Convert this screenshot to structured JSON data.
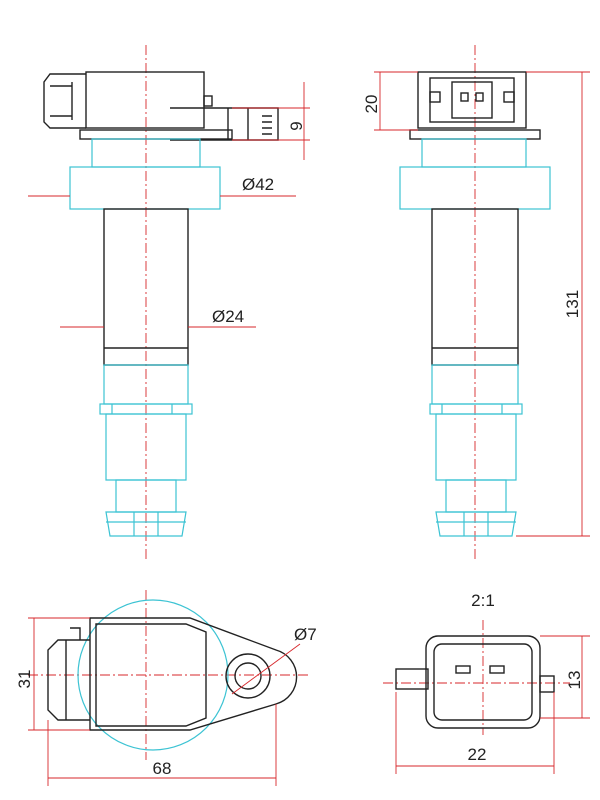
{
  "colors": {
    "outline": "#222222",
    "cyan": "#3cc3d3",
    "dimension": "#d7272b"
  },
  "dimensions": {
    "connector_height": "9",
    "flange_diameter": "Ø42",
    "body_diameter": "Ø24",
    "top_height": "20",
    "total_length": "131",
    "hole_diameter": "Ø7",
    "base_height": "31",
    "base_width": "68",
    "connector_width": "22",
    "connector_face_height": "13"
  },
  "scale_label": "2:1"
}
